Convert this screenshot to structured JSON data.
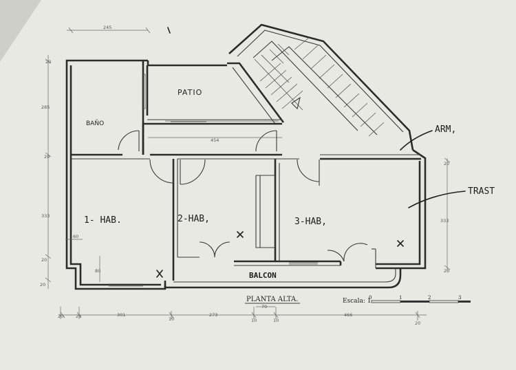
{
  "rooms": {
    "bano": "BAÑO",
    "patio": "PATIO",
    "hab1": "1- HAB.",
    "hab2": "2-HAB,",
    "hab3": "3-HAB,",
    "balcon": "BALCON"
  },
  "annotations": {
    "arm": "ARM,",
    "trast": "TRAST"
  },
  "footer": {
    "title": "PLANTA ALTA.",
    "scale_label": "Escala: 1",
    "scale_ticks": [
      "0",
      "1",
      "2",
      "3"
    ]
  },
  "dimensions": {
    "top": "245",
    "left_20_top": "20",
    "left_285": "285",
    "left_20_mid": "20",
    "left_333": "333",
    "left_20_low": "20",
    "left_20_bottom": "20",
    "inner_454": "454",
    "inner_60": "60",
    "inner_80": "80",
    "right_20": "20",
    "right_333": "333",
    "right_20_low": "20",
    "bottom_20a": "20",
    "bottom_20b": "20",
    "bottom_301": "301",
    "bottom_10a": "10",
    "bottom_273": "273",
    "bottom_70": "70",
    "bottom_10b": "10",
    "bottom_10c": "10",
    "bottom_466": "466",
    "bottom_20c": "20"
  }
}
